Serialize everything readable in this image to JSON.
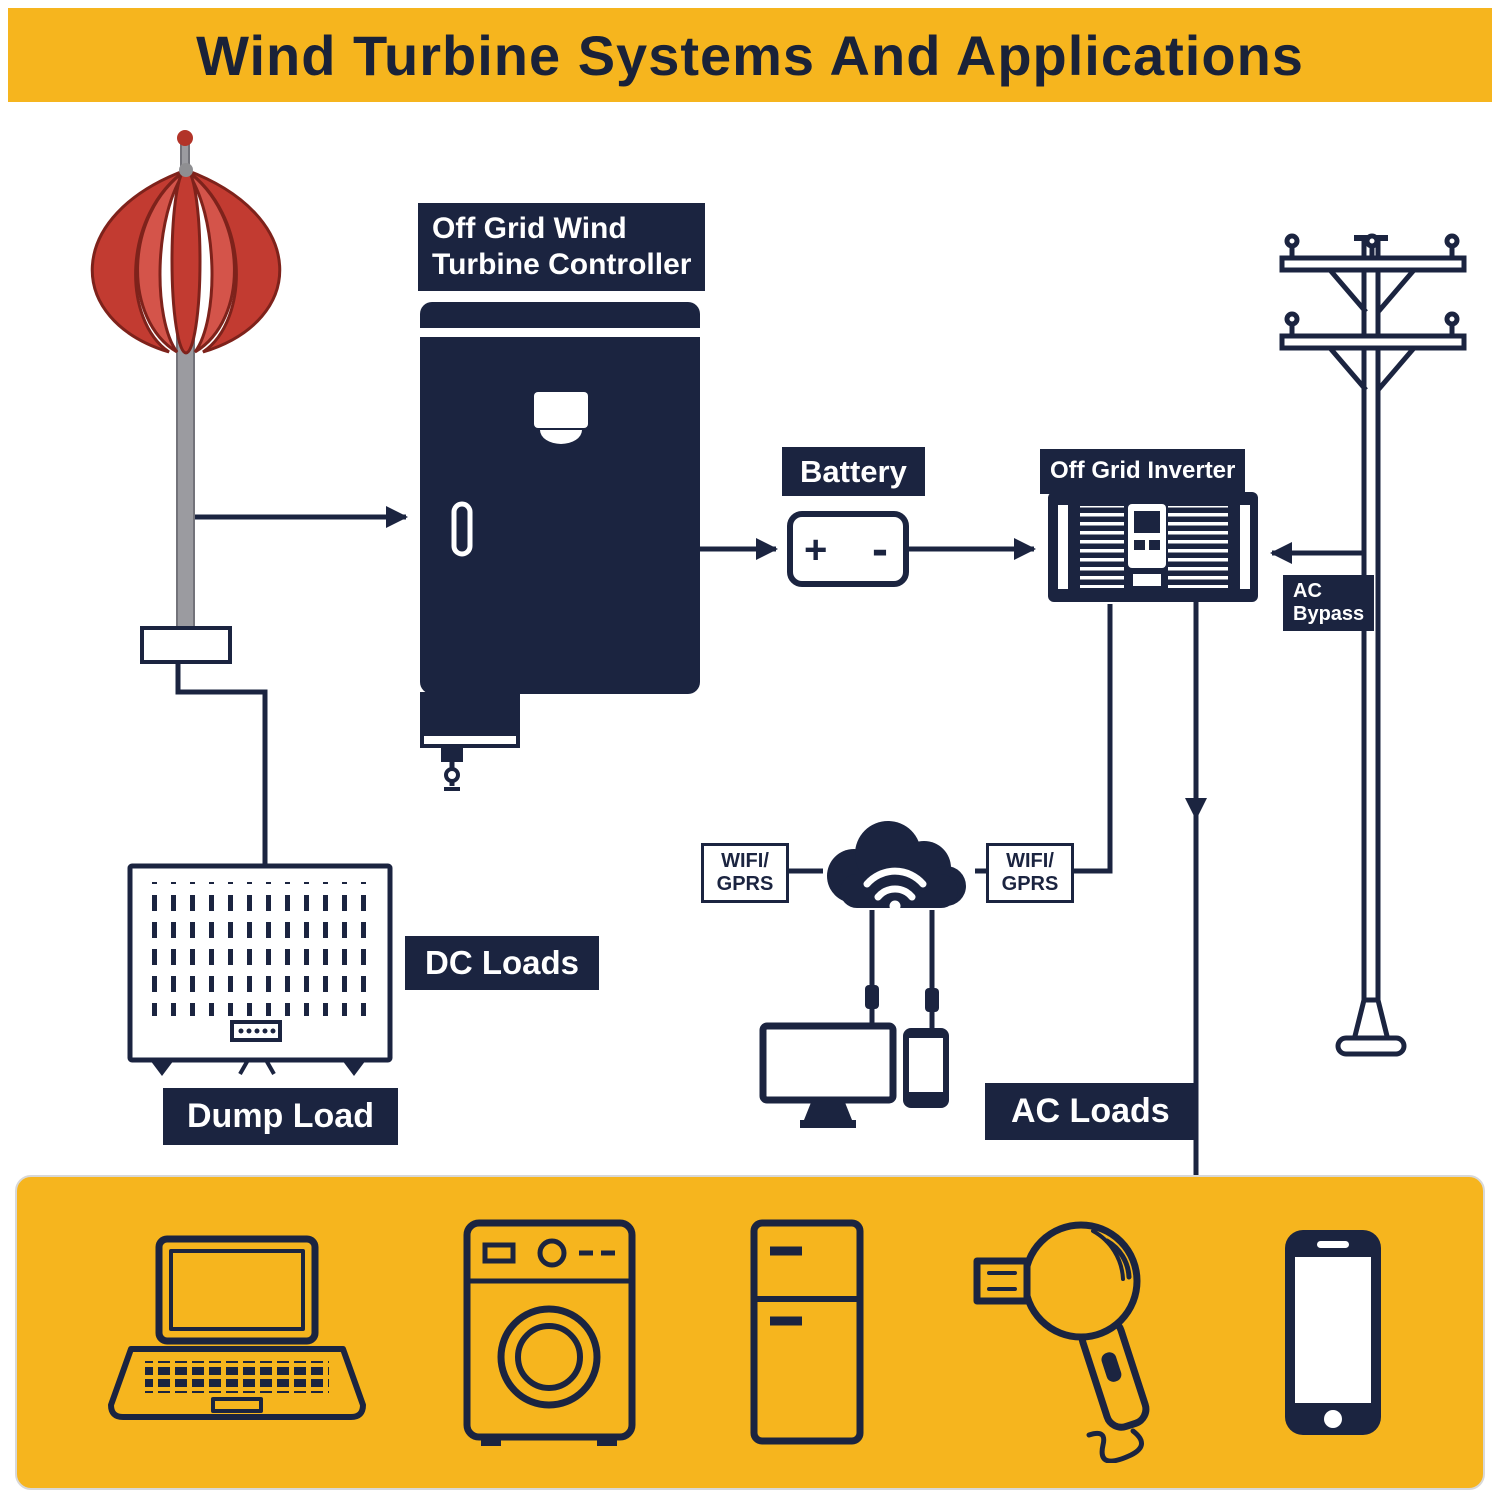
{
  "header": {
    "title": "Wind Turbine Systems And Applications"
  },
  "labels": {
    "controller_line1": "Off Grid Wind",
    "controller_line2": "Turbine Controller",
    "battery": "Battery",
    "battery_plus": "+",
    "battery_minus": "-",
    "inverter": "Off Grid Inverter",
    "ac_bypass_line1": "AC",
    "ac_bypass_line2": "Bypass",
    "wifi_left_line1": "WIFI/",
    "wifi_left_line2": "GPRS",
    "wifi_right_line1": "WIFI/",
    "wifi_right_line2": "GPRS",
    "dc_loads": "DC Loads",
    "dump_load": "Dump Load",
    "ac_loads": "AC Loads"
  },
  "colors": {
    "banner_yellow": "#F6B51E",
    "navy": "#1B2440",
    "turbine_red": "#C23B31",
    "background": "#FFFFFF"
  },
  "bottom_panel": {
    "appliances": [
      "laptop",
      "washing-machine",
      "refrigerator",
      "hair-dryer",
      "smartphone"
    ]
  }
}
